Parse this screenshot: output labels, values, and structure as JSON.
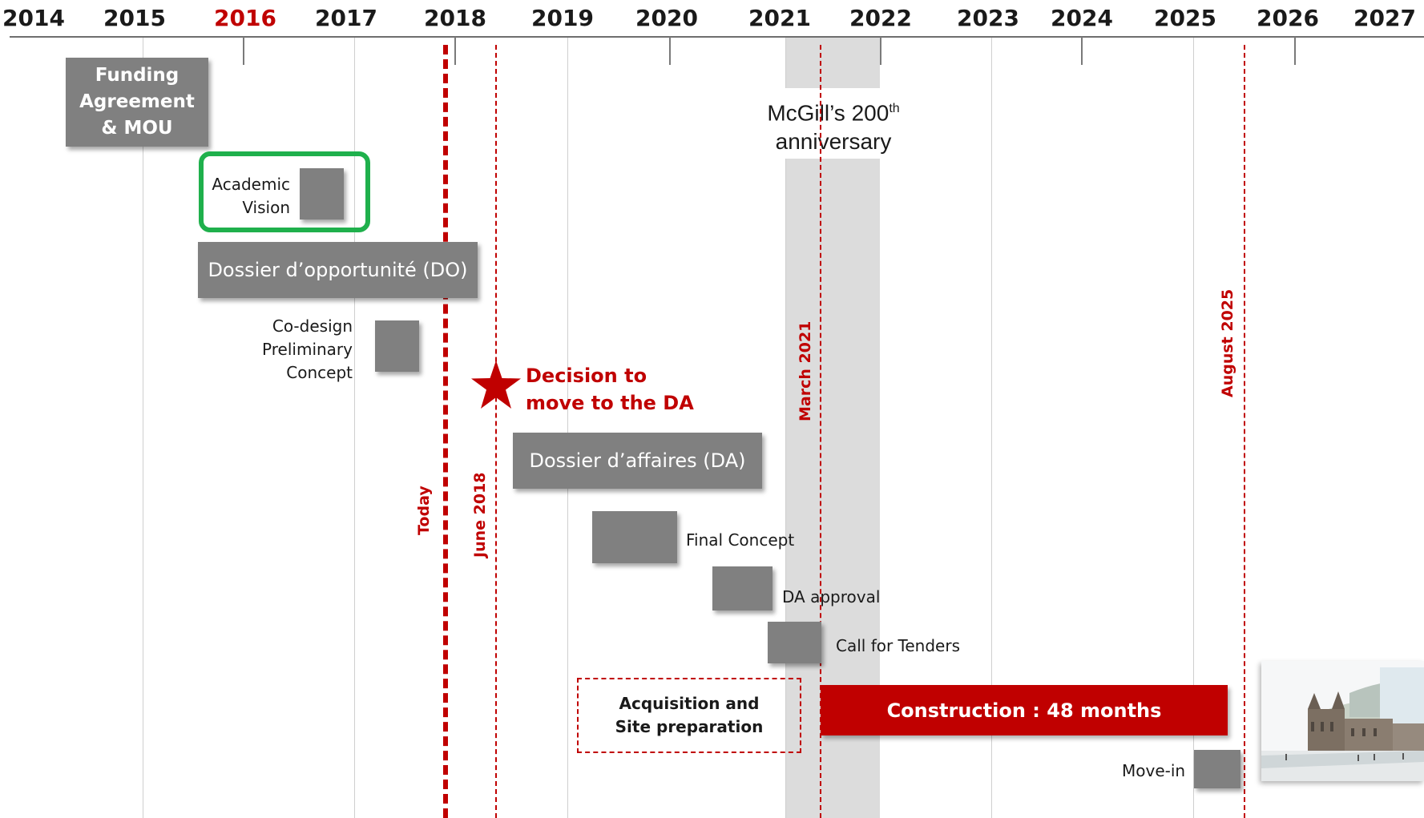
{
  "years": [
    "2014",
    "2015",
    "2016",
    "2017",
    "2018",
    "2019",
    "2020",
    "2021",
    "2022",
    "2023",
    "2024",
    "2025",
    "2026",
    "2027"
  ],
  "highlight_year": "2016",
  "colors": {
    "accent": "#c00000",
    "box": "#808080",
    "highlight": "#1fb04c",
    "band": "#dcdcdc"
  },
  "anniversary": {
    "text": "McGill’s 200",
    "sup": "th",
    "line2": "anniversary"
  },
  "tasks": {
    "funding": [
      "Funding",
      "Agreement",
      "& MOU"
    ],
    "academic_vision": [
      "Academic",
      "Vision"
    ],
    "do": "Dossier d’opportunité (DO)",
    "codesign": [
      "Co-design",
      "Preliminary",
      "Concept"
    ],
    "decision": [
      "Decision to",
      "move to the DA"
    ],
    "da": "Dossier d’affaires (DA)",
    "final_concept": "Final Concept",
    "da_approval": "DA approval",
    "call_tenders": "Call for Tenders",
    "acquisition": [
      "Acquisition and",
      "Site preparation"
    ],
    "construction": "Construction : 48 months",
    "move_in": "Move-in"
  },
  "markers": {
    "today": "Today",
    "june2018": "June  2018",
    "march2021": "March  2021",
    "august2025": "August 2025"
  },
  "icons": {
    "star": "star-icon",
    "photo": "building-rendering-image"
  }
}
